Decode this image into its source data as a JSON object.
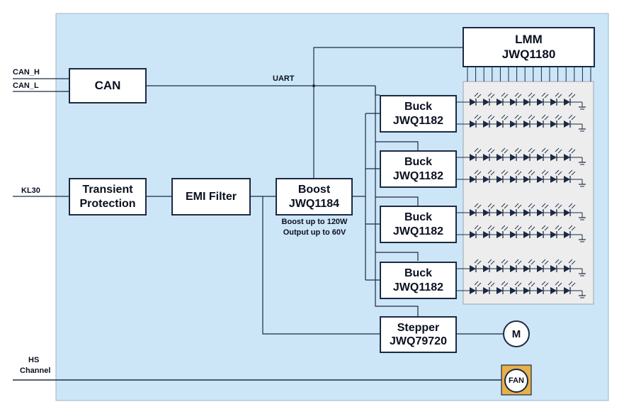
{
  "blocks": {
    "can": "CAN",
    "transient_line1": "Transient",
    "transient_line2": "Protection",
    "emi": "EMI Filter",
    "boost_line1": "Boost",
    "boost_line2": "JWQ1184",
    "lmm_line1": "LMM",
    "lmm_line2": "JWQ1180",
    "buck_line1": "Buck",
    "buck_line2": "JWQ1182",
    "stepper_line1": "Stepper",
    "stepper_line2": "JWQ79720",
    "motor": "M",
    "fan": "FAN"
  },
  "signals": {
    "can_h": "CAN_H",
    "can_l": "CAN_L",
    "kl30": "KL30",
    "hs_line1": "HS",
    "hs_line2": "Channel",
    "uart": "UART"
  },
  "notes": {
    "boost_line1": "Boost up to 120W",
    "boost_line2": "Output up to 60V"
  },
  "led_matrix": {
    "groups": 4,
    "rows_per_group": 2,
    "leds_per_row": 8
  },
  "colors": {
    "background": "#cde6f7",
    "line": "#1b2a44",
    "led_panel": "#ededed",
    "fan_accent": "#e8b04a"
  }
}
